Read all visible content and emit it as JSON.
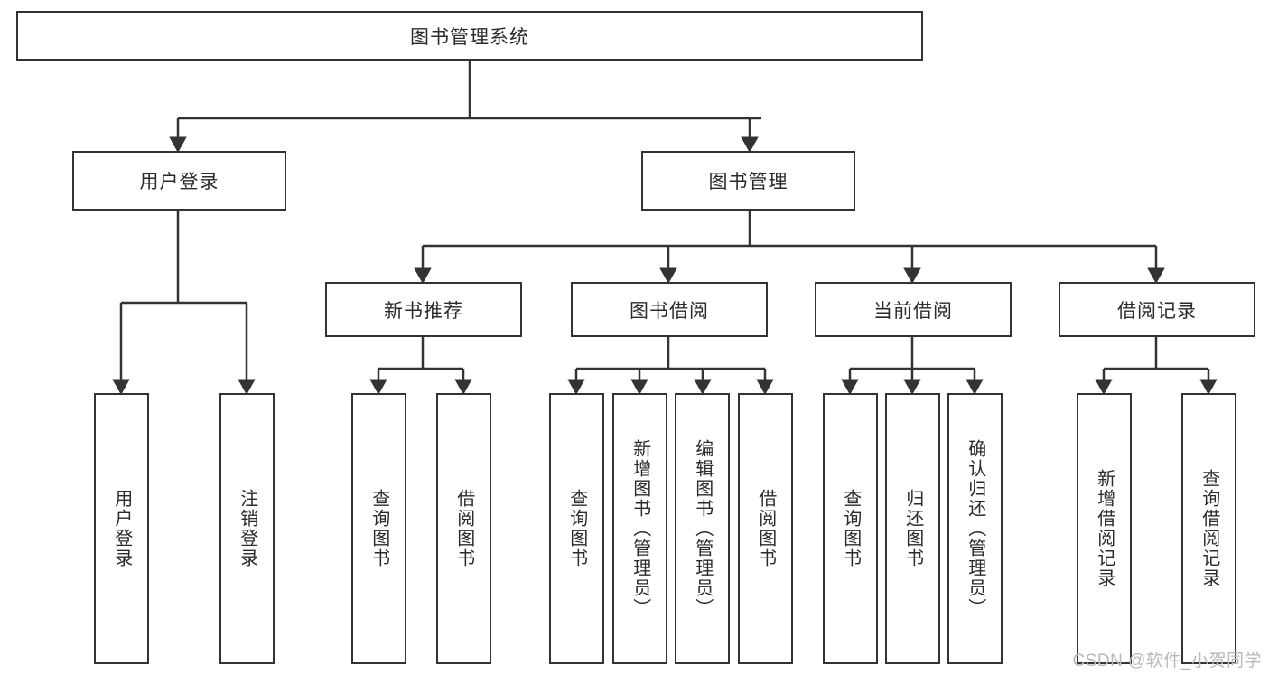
{
  "diagram": {
    "title_node": {
      "id": "root",
      "label": "图书管理系统"
    },
    "level2": [
      {
        "id": "user-login",
        "label": "用户登录"
      },
      {
        "id": "book-manage",
        "label": "图书管理"
      }
    ],
    "level3": [
      {
        "id": "new-book-rec",
        "label": "新书推荐"
      },
      {
        "id": "book-borrow",
        "label": "图书借阅"
      },
      {
        "id": "current-borrow",
        "label": "当前借阅"
      },
      {
        "id": "borrow-record",
        "label": "借阅记录"
      }
    ],
    "leaves": {
      "user_login": [
        {
          "id": "leaf-user-login",
          "label": "用户登录"
        },
        {
          "id": "leaf-logout-login",
          "label": "注销登录"
        }
      ],
      "new_book_rec": [
        {
          "id": "leaf-query-book-1",
          "label": "查询图书"
        },
        {
          "id": "leaf-borrow-book-1",
          "label": "借阅图书"
        }
      ],
      "book_borrow": [
        {
          "id": "leaf-query-book-2",
          "label": "查询图书"
        },
        {
          "id": "leaf-add-book",
          "label": "新增图书（管理员）"
        },
        {
          "id": "leaf-edit-book",
          "label": "编辑图书（管理员）"
        },
        {
          "id": "leaf-borrow-book-2",
          "label": "借阅图书"
        }
      ],
      "current_borrow": [
        {
          "id": "leaf-query-book-3",
          "label": "查询图书"
        },
        {
          "id": "leaf-return-book",
          "label": "归还图书"
        },
        {
          "id": "leaf-confirm-return",
          "label": "确认归还（管理员）"
        }
      ],
      "borrow_record": [
        {
          "id": "leaf-add-record",
          "label": "新增借阅记录"
        },
        {
          "id": "leaf-query-record",
          "label": "查询借阅记录"
        }
      ]
    }
  },
  "watermark": {
    "text": "CSDN @软件_小贺同学"
  },
  "colors": {
    "border": "#333333",
    "text": "#2b2b2b",
    "background": "#ffffff",
    "watermark": "#b9b9b9"
  }
}
